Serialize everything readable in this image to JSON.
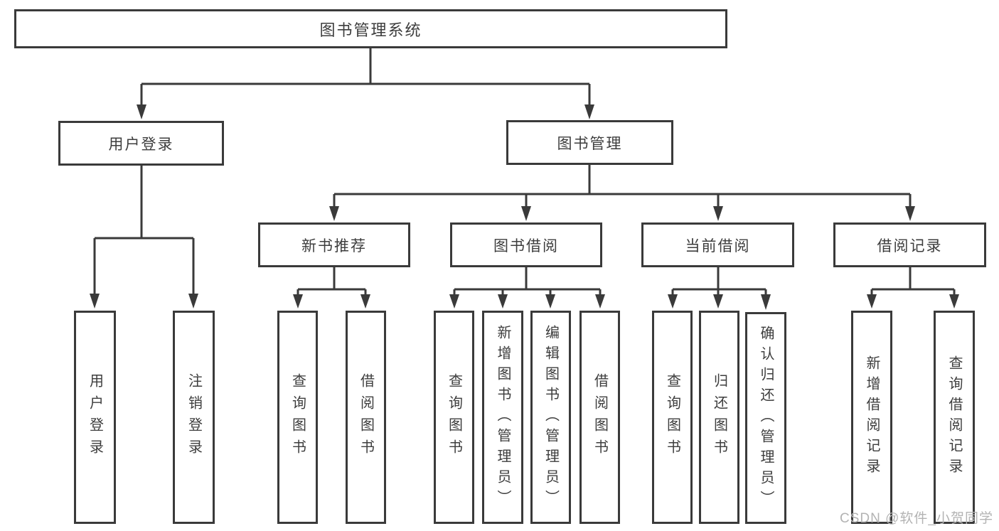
{
  "diagram": {
    "type": "hierarchy-tree",
    "title": "图书管理系统",
    "colors": {
      "line": "#3a3a3a",
      "box_border": "#3a3a3a",
      "text": "#3d3d3d",
      "background": "#ffffff",
      "watermark": "#b3b3b3"
    },
    "nodes": {
      "root": "图书管理系统",
      "l1": {
        "user_login": "用户登录",
        "book_mgmt": "图书管理"
      },
      "l2": {
        "new_book_rec": "新书推荐",
        "book_borrow": "图书借阅",
        "current_borrow": "当前借阅",
        "borrow_records": "借阅记录"
      },
      "l3": {
        "user_login": "用户登录",
        "logout": "注销登录",
        "query_books_rec": "查询图书",
        "borrow_books_rec": "借阅图书",
        "query_books_borrow": "查询图书",
        "add_books_admin": "新增图书（管理员）",
        "edit_books_admin": "编辑图书（管理员）",
        "borrow_books_borrow": "借阅图书",
        "query_books_current": "查询图书",
        "return_books": "归还图书",
        "confirm_return_admin": "确认归还（管理员）",
        "add_borrow_record": "新增借阅记录",
        "query_borrow_record": "查询借阅记录"
      }
    },
    "edges": [
      "图书管理系统→用户登录",
      "图书管理系统→图书管理",
      "用户登录→用户登录",
      "用户登录→注销登录",
      "图书管理→新书推荐",
      "图书管理→图书借阅",
      "图书管理→当前借阅",
      "图书管理→借阅记录",
      "新书推荐→查询图书",
      "新书推荐→借阅图书",
      "图书借阅→查询图书",
      "图书借阅→新增图书（管理员）",
      "图书借阅→编辑图书（管理员）",
      "图书借阅→借阅图书",
      "当前借阅→查询图书",
      "当前借阅→归还图书",
      "当前借阅→确认归还（管理员）",
      "借阅记录→新增借阅记录",
      "借阅记录→查询借阅记录"
    ],
    "watermark": "CSDN @软件_小贺同学"
  }
}
